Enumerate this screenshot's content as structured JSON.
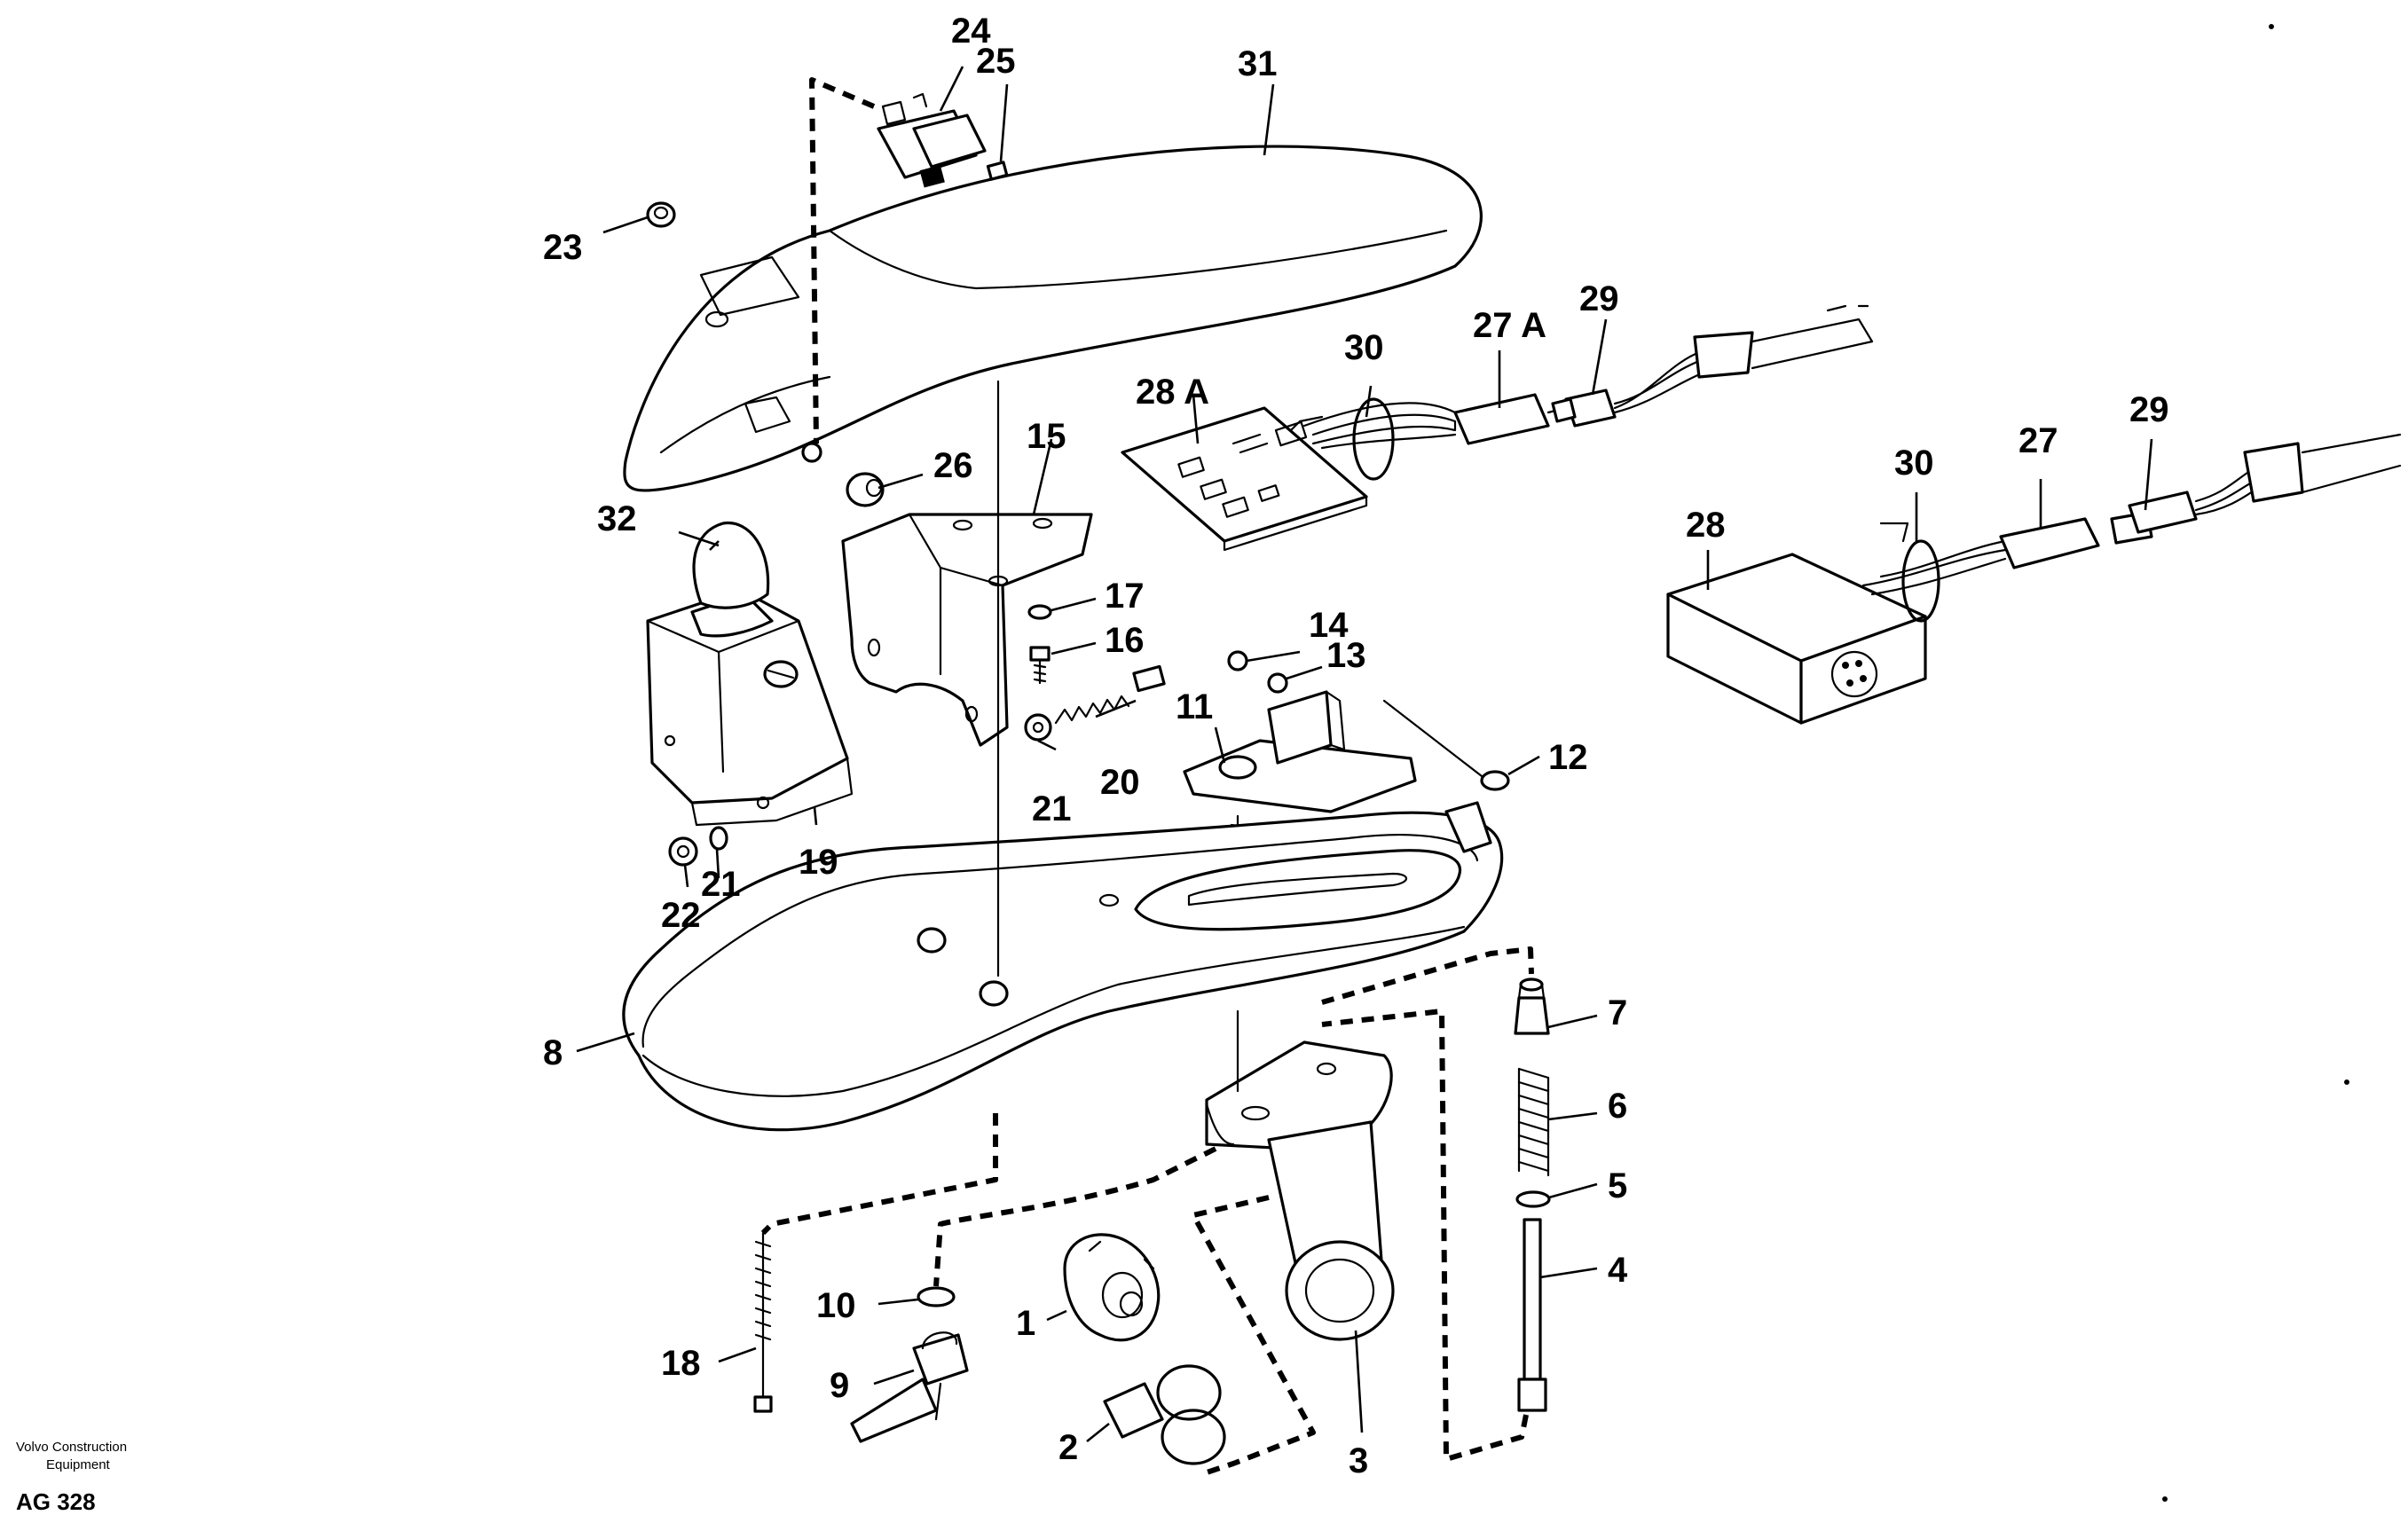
{
  "footer": {
    "brand_line1": "Volvo Construction",
    "brand_line2": "Equipment",
    "code": "AG 328"
  },
  "callouts": {
    "p1": "1",
    "p2": "2",
    "p3": "3",
    "p4": "4",
    "p5": "5",
    "p6": "6",
    "p7": "7",
    "p8": "8",
    "p9": "9",
    "p10": "10",
    "p11": "11",
    "p12": "12",
    "p13": "13",
    "p14": "14",
    "p15": "15",
    "p16": "16",
    "p17": "17",
    "p18": "18",
    "p19": "19",
    "p20": "20",
    "p21a": "21",
    "p21b": "21",
    "p22": "22",
    "p23": "23",
    "p24": "24",
    "p25": "25",
    "p26": "26",
    "p27": "27",
    "p27a": "27 A",
    "p28": "28",
    "p28a": "28 A",
    "p29a": "29",
    "p29b": "29",
    "p30a": "30",
    "p30b": "30",
    "p31": "31",
    "p32": "32"
  }
}
